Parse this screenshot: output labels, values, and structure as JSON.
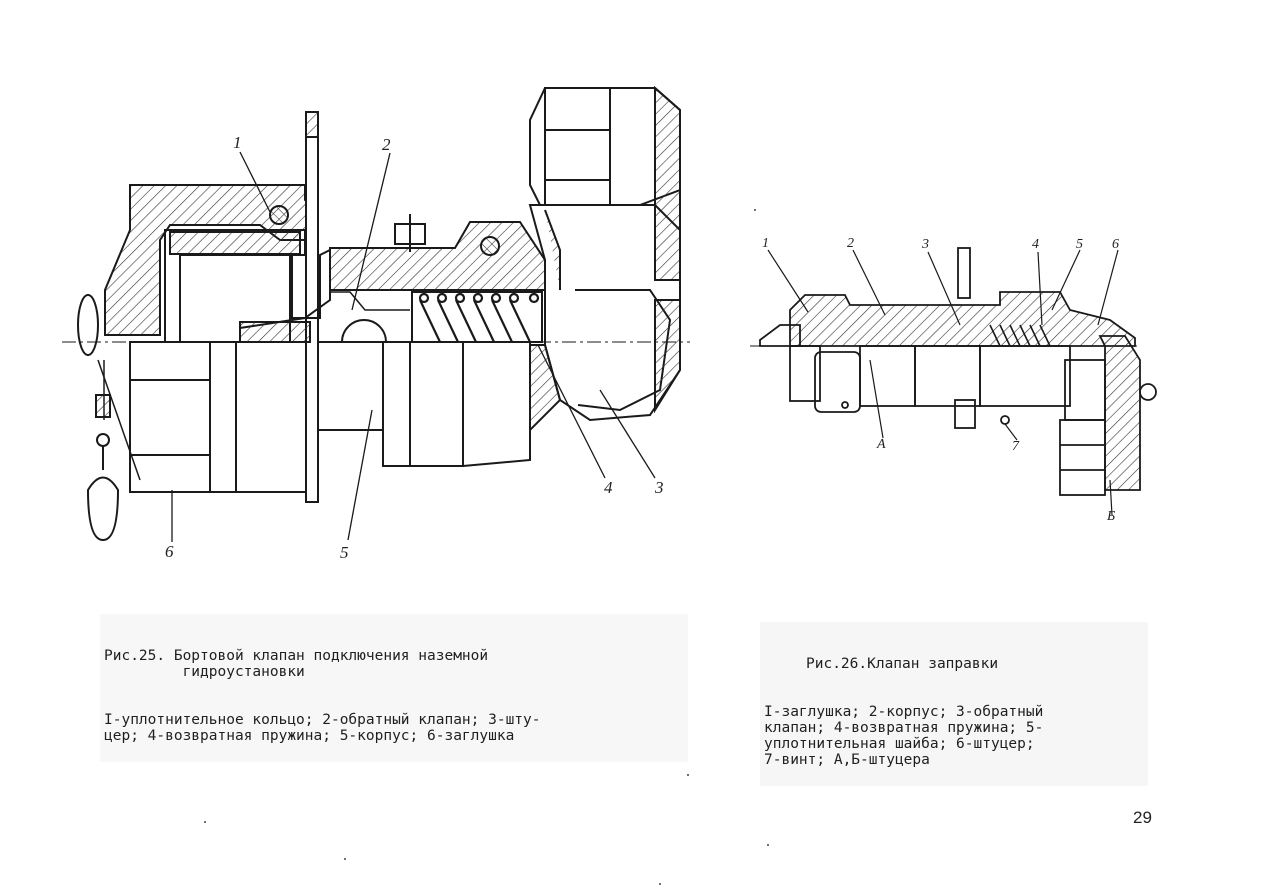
{
  "figure25": {
    "callouts": [
      "1",
      "2",
      "3",
      "4",
      "5",
      "6"
    ],
    "caption_title": "Рис.25. Бортовой клапан подключения наземной\n         гидроустановки",
    "caption_body": "I-уплотнительное кольцо; 2-обратный клапан; 3-шту-\nцер; 4-возвратная пружина; 5-корпус; 6-заглушка"
  },
  "figure26": {
    "callouts": [
      "1",
      "2",
      "3",
      "4",
      "5",
      "6",
      "7",
      "А",
      "Б"
    ],
    "caption_title": "Рис.26.Клапан заправки",
    "caption_body": "I-заглушка; 2-корпус; 3-обратный\nклапан; 4-возвратная пружина; 5-\nуплотнительная шайба; 6-штуцер;\n7-винт; А,Б-штуцера"
  },
  "page_number": "29"
}
